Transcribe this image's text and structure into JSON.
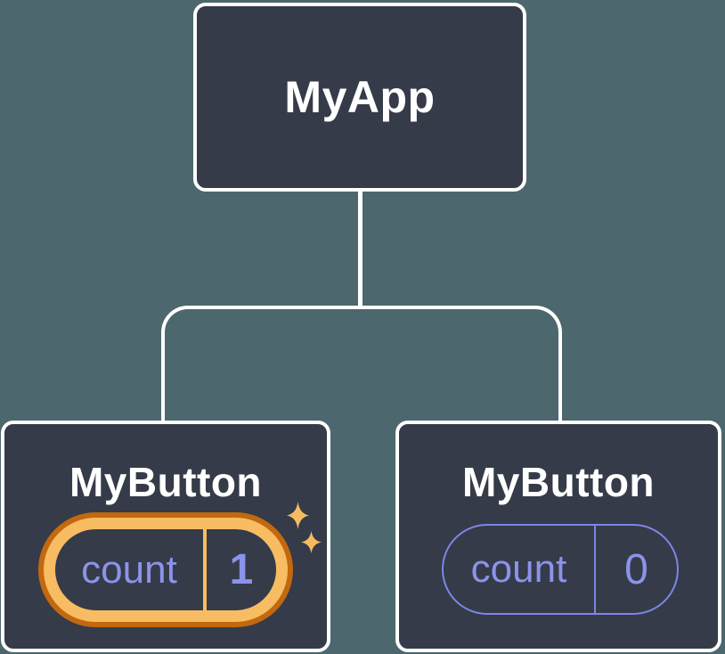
{
  "diagram": {
    "title_hint": "React component tree with isolated state",
    "root": {
      "label": "MyApp"
    },
    "children": [
      {
        "label": "MyButton",
        "state_name": "count",
        "state_value": "1",
        "highlighted": true
      },
      {
        "label": "MyButton",
        "state_name": "count",
        "state_value": "0",
        "highlighted": false
      }
    ]
  },
  "colors": {
    "background": "#4d676e",
    "node_fill": "#353b48",
    "node_border": "#ffffff",
    "connector": "#ffffff",
    "state_text_purple": "#8b93ea",
    "plain_pill_border": "#7d85e8",
    "highlight_ring_amber": "#f8bc63",
    "highlight_outline_orange": "#c2690f",
    "sparkle_amber": "#f6bb60"
  }
}
